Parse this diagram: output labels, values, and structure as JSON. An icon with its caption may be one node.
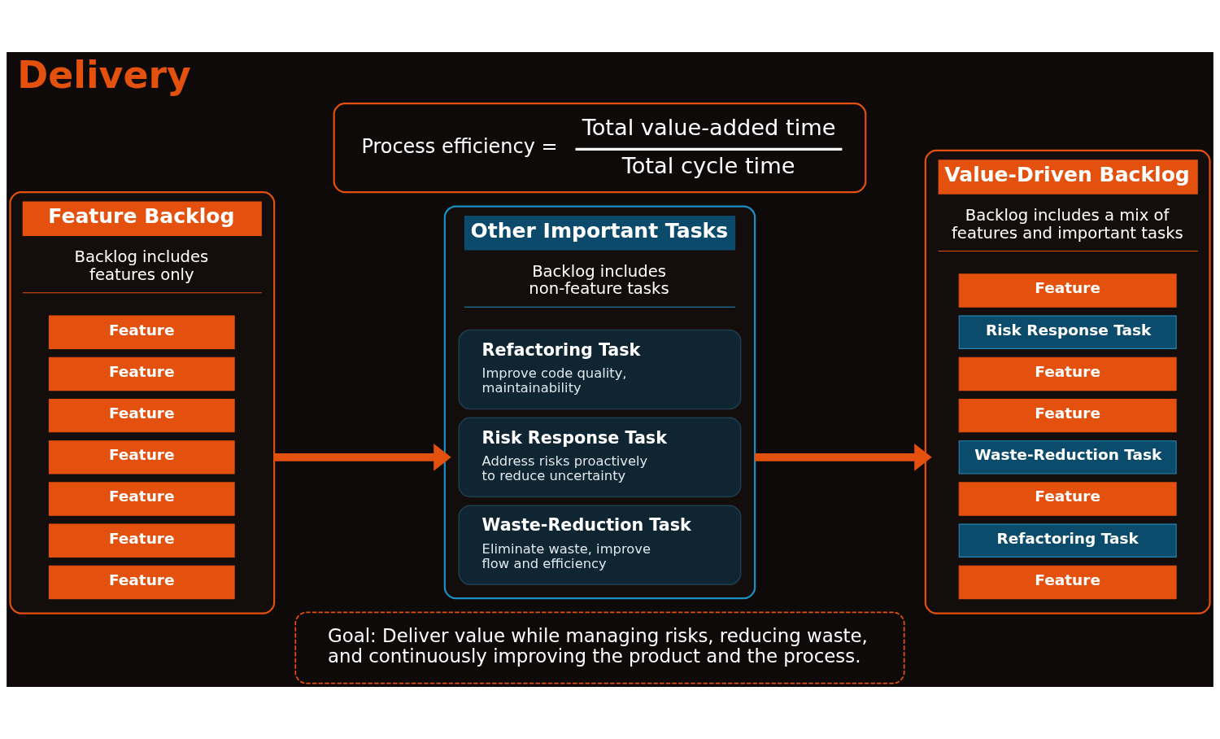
{
  "diagram": {
    "title": "Delivery",
    "nodes": [
      {
        "text": [
          "Process efficiency =",
          "Total value-added time",
          "Total cycle time"
        ]
      },
      {
        "text": [
          "Feature Backlog",
          "Backlog includes features only"
        ]
      },
      {
        "text": [
          "Feature"
        ],
        "in": 1
      },
      {
        "text": [
          "Feature"
        ],
        "in": 1
      },
      {
        "text": [
          "Feature"
        ],
        "in": 1
      },
      {
        "text": [
          "Feature"
        ],
        "in": 1
      },
      {
        "text": [
          "Feature"
        ],
        "in": 1
      },
      {
        "text": [
          "Feature"
        ],
        "in": 1
      },
      {
        "text": [
          "Feature"
        ],
        "in": 1
      },
      {
        "text": [
          "Other Important Tasks",
          "Backlog includes non-feature tasks"
        ]
      },
      {
        "text": [
          "Refactoring Task",
          "Improve code quality, maintainability"
        ],
        "in": 9
      },
      {
        "text": [
          "Risk Response Task",
          "Address risks proactively to reduce uncertainty"
        ],
        "in": 9
      },
      {
        "text": [
          "Waste-Reduction Task",
          "Eliminate waste, improve flow and efficiency"
        ],
        "in": 9
      },
      {
        "text": [
          "Value-Driven Backlog",
          "Backlog includes a mix of features and important tasks"
        ]
      },
      {
        "text": [
          "Feature"
        ],
        "in": 13
      },
      {
        "text": [
          "Risk Response Task"
        ],
        "in": 13
      },
      {
        "text": [
          "Feature"
        ],
        "in": 13
      },
      {
        "text": [
          "Feature"
        ],
        "in": 13
      },
      {
        "text": [
          "Waste-Reduction Task"
        ],
        "in": 13
      },
      {
        "text": [
          "Feature"
        ],
        "in": 13
      },
      {
        "text": [
          "Refactoring Task"
        ],
        "in": 13
      },
      {
        "text": [
          "Feature"
        ],
        "in": 13
      },
      {
        "text": [
          "Goal: Deliver value while managing risks, reducing waste, and continuously improving the product and the process."
        ]
      }
    ],
    "edges": [
      {
        "from": 1,
        "to": 9,
        "arrow": "to"
      },
      {
        "from": 9,
        "to": 13,
        "arrow": "to"
      }
    ]
  }
}
